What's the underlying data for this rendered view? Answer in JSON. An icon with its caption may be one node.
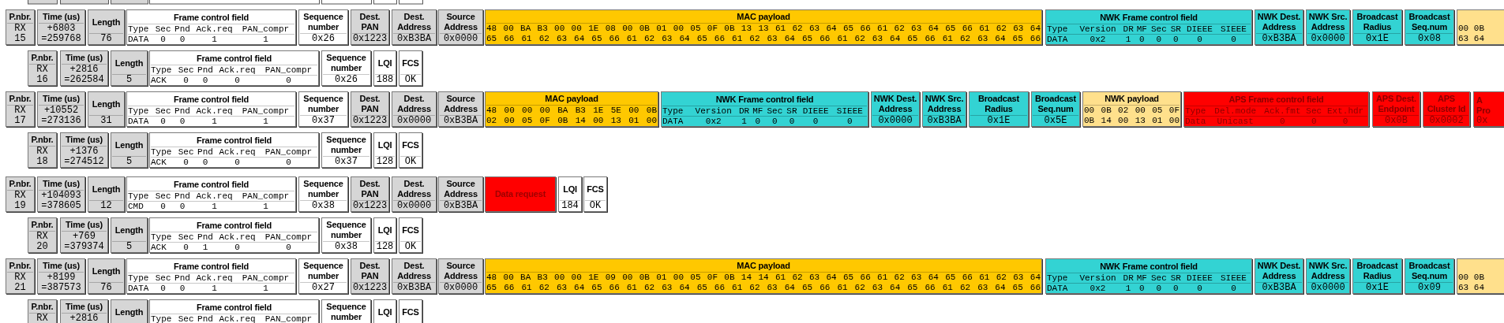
{
  "diagram": {
    "nodes": [
      {
        "text": [
          "P.nbr.",
          "RX",
          "15"
        ]
      },
      {
        "text": [
          "Time (us)",
          "+6803",
          "=259768"
        ]
      },
      {
        "text": [
          "Length",
          "76"
        ]
      },
      {
        "text": [
          "Frame control field",
          "Type",
          "Sec",
          "Pnd",
          "Ack.req",
          "PAN_compr",
          "DATA",
          "0",
          "0",
          "1",
          "1"
        ]
      },
      {
        "text": [
          "Sequence number",
          "0x26"
        ]
      },
      {
        "text": [
          "Dest. PAN",
          "0x1223"
        ]
      },
      {
        "text": [
          "Dest. Address",
          "0xB3BA"
        ]
      },
      {
        "text": [
          "Source Address",
          "0x0000"
        ]
      },
      {
        "text": [
          "MAC payload",
          "48 00 BA B3 00 00 1E 08 00 0B 01 00 05 0F 0B 13 13 61 62 63 64 65 66 61 62 63 64 65 66 61 62 63 64",
          "65 66 61 62 63 64 65 66 61 62 63 64 65 66 61 62 63 64 65 66 61 62 63 64 65 66 61 62 63 64 65 66"
        ]
      },
      {
        "text": [
          "NWK Frame control field",
          "Type",
          "Version",
          "DR",
          "MF",
          "Sec",
          "SR",
          "DIEEE",
          "SIEEE",
          "DATA",
          "0x2",
          "1",
          "0",
          "0",
          "0",
          "0",
          "0"
        ]
      },
      {
        "text": [
          "NWK Dest. Address",
          "0xB3BA"
        ]
      },
      {
        "text": [
          "NWK Src. Address",
          "0x0000"
        ]
      },
      {
        "text": [
          "Broadcast Radius",
          "0x1E"
        ]
      },
      {
        "text": [
          "Broadcast Seq.num",
          "0x08"
        ]
      },
      {
        "text": [
          "00 0B",
          "63 64"
        ]
      },
      {
        "text": [
          "P.nbr.",
          "RX",
          "16"
        ]
      },
      {
        "text": [
          "Time (us)",
          "+2816",
          "=262584"
        ]
      },
      {
        "text": [
          "Length",
          "5"
        ]
      },
      {
        "text": [
          "Frame control field",
          "Type",
          "Sec",
          "Pnd",
          "Ack.req",
          "PAN_compr",
          "ACK",
          "0",
          "0",
          "0",
          "0"
        ]
      },
      {
        "text": [
          "Sequence number",
          "0x26"
        ]
      },
      {
        "text": [
          "LQI",
          "188"
        ]
      },
      {
        "text": [
          "FCS",
          "OK"
        ]
      },
      {
        "text": [
          "P.nbr.",
          "RX",
          "17"
        ]
      },
      {
        "text": [
          "Time (us)",
          "+10552",
          "=273136"
        ]
      },
      {
        "text": [
          "Length",
          "31"
        ]
      },
      {
        "text": [
          "Frame control field",
          "Type",
          "Sec",
          "Pnd",
          "Ack.req",
          "PAN_compr",
          "DATA",
          "0",
          "0",
          "1",
          "1"
        ]
      },
      {
        "text": [
          "Sequence number",
          "0x37"
        ]
      },
      {
        "text": [
          "Dest. PAN",
          "0x1223"
        ]
      },
      {
        "text": [
          "Dest. Address",
          "0x0000"
        ]
      },
      {
        "text": [
          "Source Address",
          "0xB3BA"
        ]
      },
      {
        "text": [
          "MAC payload",
          "48 00 00 00 BA B3 1E 5E 00 0B",
          "02 00 05 0F 0B 14 00 13 01 00"
        ]
      },
      {
        "text": [
          "NWK Frame control field",
          "Type",
          "Version",
          "DR",
          "MF",
          "Sec",
          "SR",
          "DIEEE",
          "SIEEE",
          "DATA",
          "0x2",
          "1",
          "0",
          "0",
          "0",
          "0",
          "0"
        ]
      },
      {
        "text": [
          "NWK Dest. Address",
          "0x0000"
        ]
      },
      {
        "text": [
          "NWK Src. Address",
          "0xB3BA"
        ]
      },
      {
        "text": [
          "Broadcast Radius",
          "0x1E"
        ]
      },
      {
        "text": [
          "Broadcast Seq.num",
          "0x5E"
        ]
      },
      {
        "text": [
          "NWK payload",
          "00 0B 02 00 05 0F",
          "0B 14 00 13 01 00"
        ]
      },
      {
        "text": [
          "APS Frame control field",
          "Type",
          "Del.mode",
          "Ack.fmt",
          "Sec",
          "Ext.hdr",
          "Data",
          "Unicast",
          "0",
          "0",
          "0"
        ]
      },
      {
        "text": [
          "APS Dest. Endpoint",
          "0x0B"
        ]
      },
      {
        "text": [
          "APS Cluster Id",
          "0x0002"
        ]
      },
      {
        "text": [
          "A",
          "Pro",
          "0x"
        ]
      },
      {
        "text": [
          "P.nbr.",
          "RX",
          "18"
        ]
      },
      {
        "text": [
          "Time (us)",
          "+1376",
          "=274512"
        ]
      },
      {
        "text": [
          "Length",
          "5"
        ]
      },
      {
        "text": [
          "Frame control field",
          "Type",
          "Sec",
          "Pnd",
          "Ack.req",
          "PAN_compr",
          "ACK",
          "0",
          "0",
          "0",
          "0"
        ]
      },
      {
        "text": [
          "Sequence number",
          "0x37"
        ]
      },
      {
        "text": [
          "LQI",
          "128"
        ]
      },
      {
        "text": [
          "FCS",
          "OK"
        ]
      },
      {
        "text": [
          "P.nbr.",
          "RX",
          "19"
        ]
      },
      {
        "text": [
          "Time (us)",
          "+104093",
          "=378605"
        ]
      },
      {
        "text": [
          "Length",
          "12"
        ]
      },
      {
        "text": [
          "Frame control field",
          "Type",
          "Sec",
          "Pnd",
          "Ack.req",
          "PAN_compr",
          "CMD",
          "0",
          "0",
          "1",
          "1"
        ]
      },
      {
        "text": [
          "Sequence number",
          "0x38"
        ]
      },
      {
        "text": [
          "Dest. PAN",
          "0x1223"
        ]
      },
      {
        "text": [
          "Dest. Address",
          "0x0000"
        ]
      },
      {
        "text": [
          "Source Address",
          "0xB3BA"
        ]
      },
      {
        "text": [
          "Data request"
        ]
      },
      {
        "text": [
          "LQI",
          "184"
        ]
      },
      {
        "text": [
          "FCS",
          "OK"
        ]
      },
      {
        "text": [
          "P.nbr.",
          "RX",
          "20"
        ]
      },
      {
        "text": [
          "Time (us)",
          "+769",
          "=379374"
        ]
      },
      {
        "text": [
          "Length",
          "5"
        ]
      },
      {
        "text": [
          "Frame control field",
          "Type",
          "Sec",
          "Pnd",
          "Ack.req",
          "PAN_compr",
          "ACK",
          "0",
          "1",
          "0",
          "0"
        ]
      },
      {
        "text": [
          "Sequence number",
          "0x38"
        ]
      },
      {
        "text": [
          "LQI",
          "128"
        ]
      },
      {
        "text": [
          "FCS",
          "OK"
        ]
      },
      {
        "text": [
          "P.nbr.",
          "RX",
          "21"
        ]
      },
      {
        "text": [
          "Time (us)",
          "+8199",
          "=387573"
        ]
      },
      {
        "text": [
          "Length",
          "76"
        ]
      },
      {
        "text": [
          "Frame control field",
          "Type",
          "Sec",
          "Pnd",
          "Ack.req",
          "PAN_compr",
          "DATA",
          "0",
          "0",
          "1",
          "1"
        ]
      },
      {
        "text": [
          "Sequence number",
          "0x27"
        ]
      },
      {
        "text": [
          "Dest. PAN",
          "0x1223"
        ]
      },
      {
        "text": [
          "Dest. Address",
          "0xB3BA"
        ]
      },
      {
        "text": [
          "Source Address",
          "0x0000"
        ]
      },
      {
        "text": [
          "MAC payload",
          "48 00 BA B3 00 00 1E 09 00 0B 01 00 05 0F 0B 14 14 61 62 63 64 65 66 61 62 63 64 65 66 61 62 63 64",
          "65 66 61 62 63 64 65 66 61 62 63 64 65 66 61 62 63 64 65 66 61 62 63 64 65 66 61 62 63 64 65 66"
        ]
      },
      {
        "text": [
          "NWK Frame control field",
          "Type",
          "Version",
          "DR",
          "MF",
          "Sec",
          "SR",
          "DIEEE",
          "SIEEE",
          "DATA",
          "0x2",
          "1",
          "0",
          "0",
          "0",
          "0",
          "0"
        ]
      },
      {
        "text": [
          "NWK Dest. Address",
          "0xB3BA"
        ]
      },
      {
        "text": [
          "NWK Src. Address",
          "0x0000"
        ]
      },
      {
        "text": [
          "Broadcast Radius",
          "0x1E"
        ]
      },
      {
        "text": [
          "Broadcast Seq.num",
          "0x09"
        ]
      },
      {
        "text": [
          "00 0B",
          "63 64"
        ]
      },
      {
        "text": [
          "P.nbr.",
          "RX"
        ]
      },
      {
        "text": [
          "Time (us)",
          "+2816"
        ]
      },
      {
        "text": [
          "Length"
        ]
      },
      {
        "text": [
          "Frame control field",
          "Type",
          "Sec",
          "Pnd",
          "Ack.req",
          "PAN_compr"
        ]
      },
      {
        "text": [
          "Sequence number"
        ]
      },
      {
        "text": [
          "LQI"
        ]
      },
      {
        "text": [
          "FCS"
        ]
      }
    ]
  }
}
